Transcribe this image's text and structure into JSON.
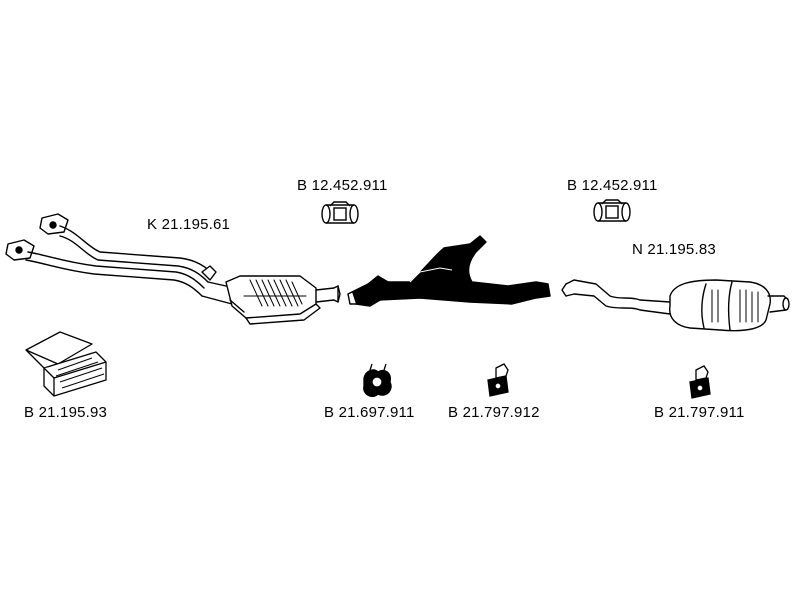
{
  "labels": {
    "front_pipe_cat": "K 21.195.61",
    "clamp_1": "B 12.452.911",
    "clamp_2": "B 12.452.911",
    "rear_silencer": "N 21.195.83",
    "mounting_kit": "B 21.195.93",
    "hanger_1": "B 21.697.911",
    "hanger_2": "B 21.797.912",
    "hanger_3": "B 21.797.911"
  },
  "colors": {
    "line": "#000000",
    "fill_dark": "#000000",
    "background": "#ffffff"
  }
}
